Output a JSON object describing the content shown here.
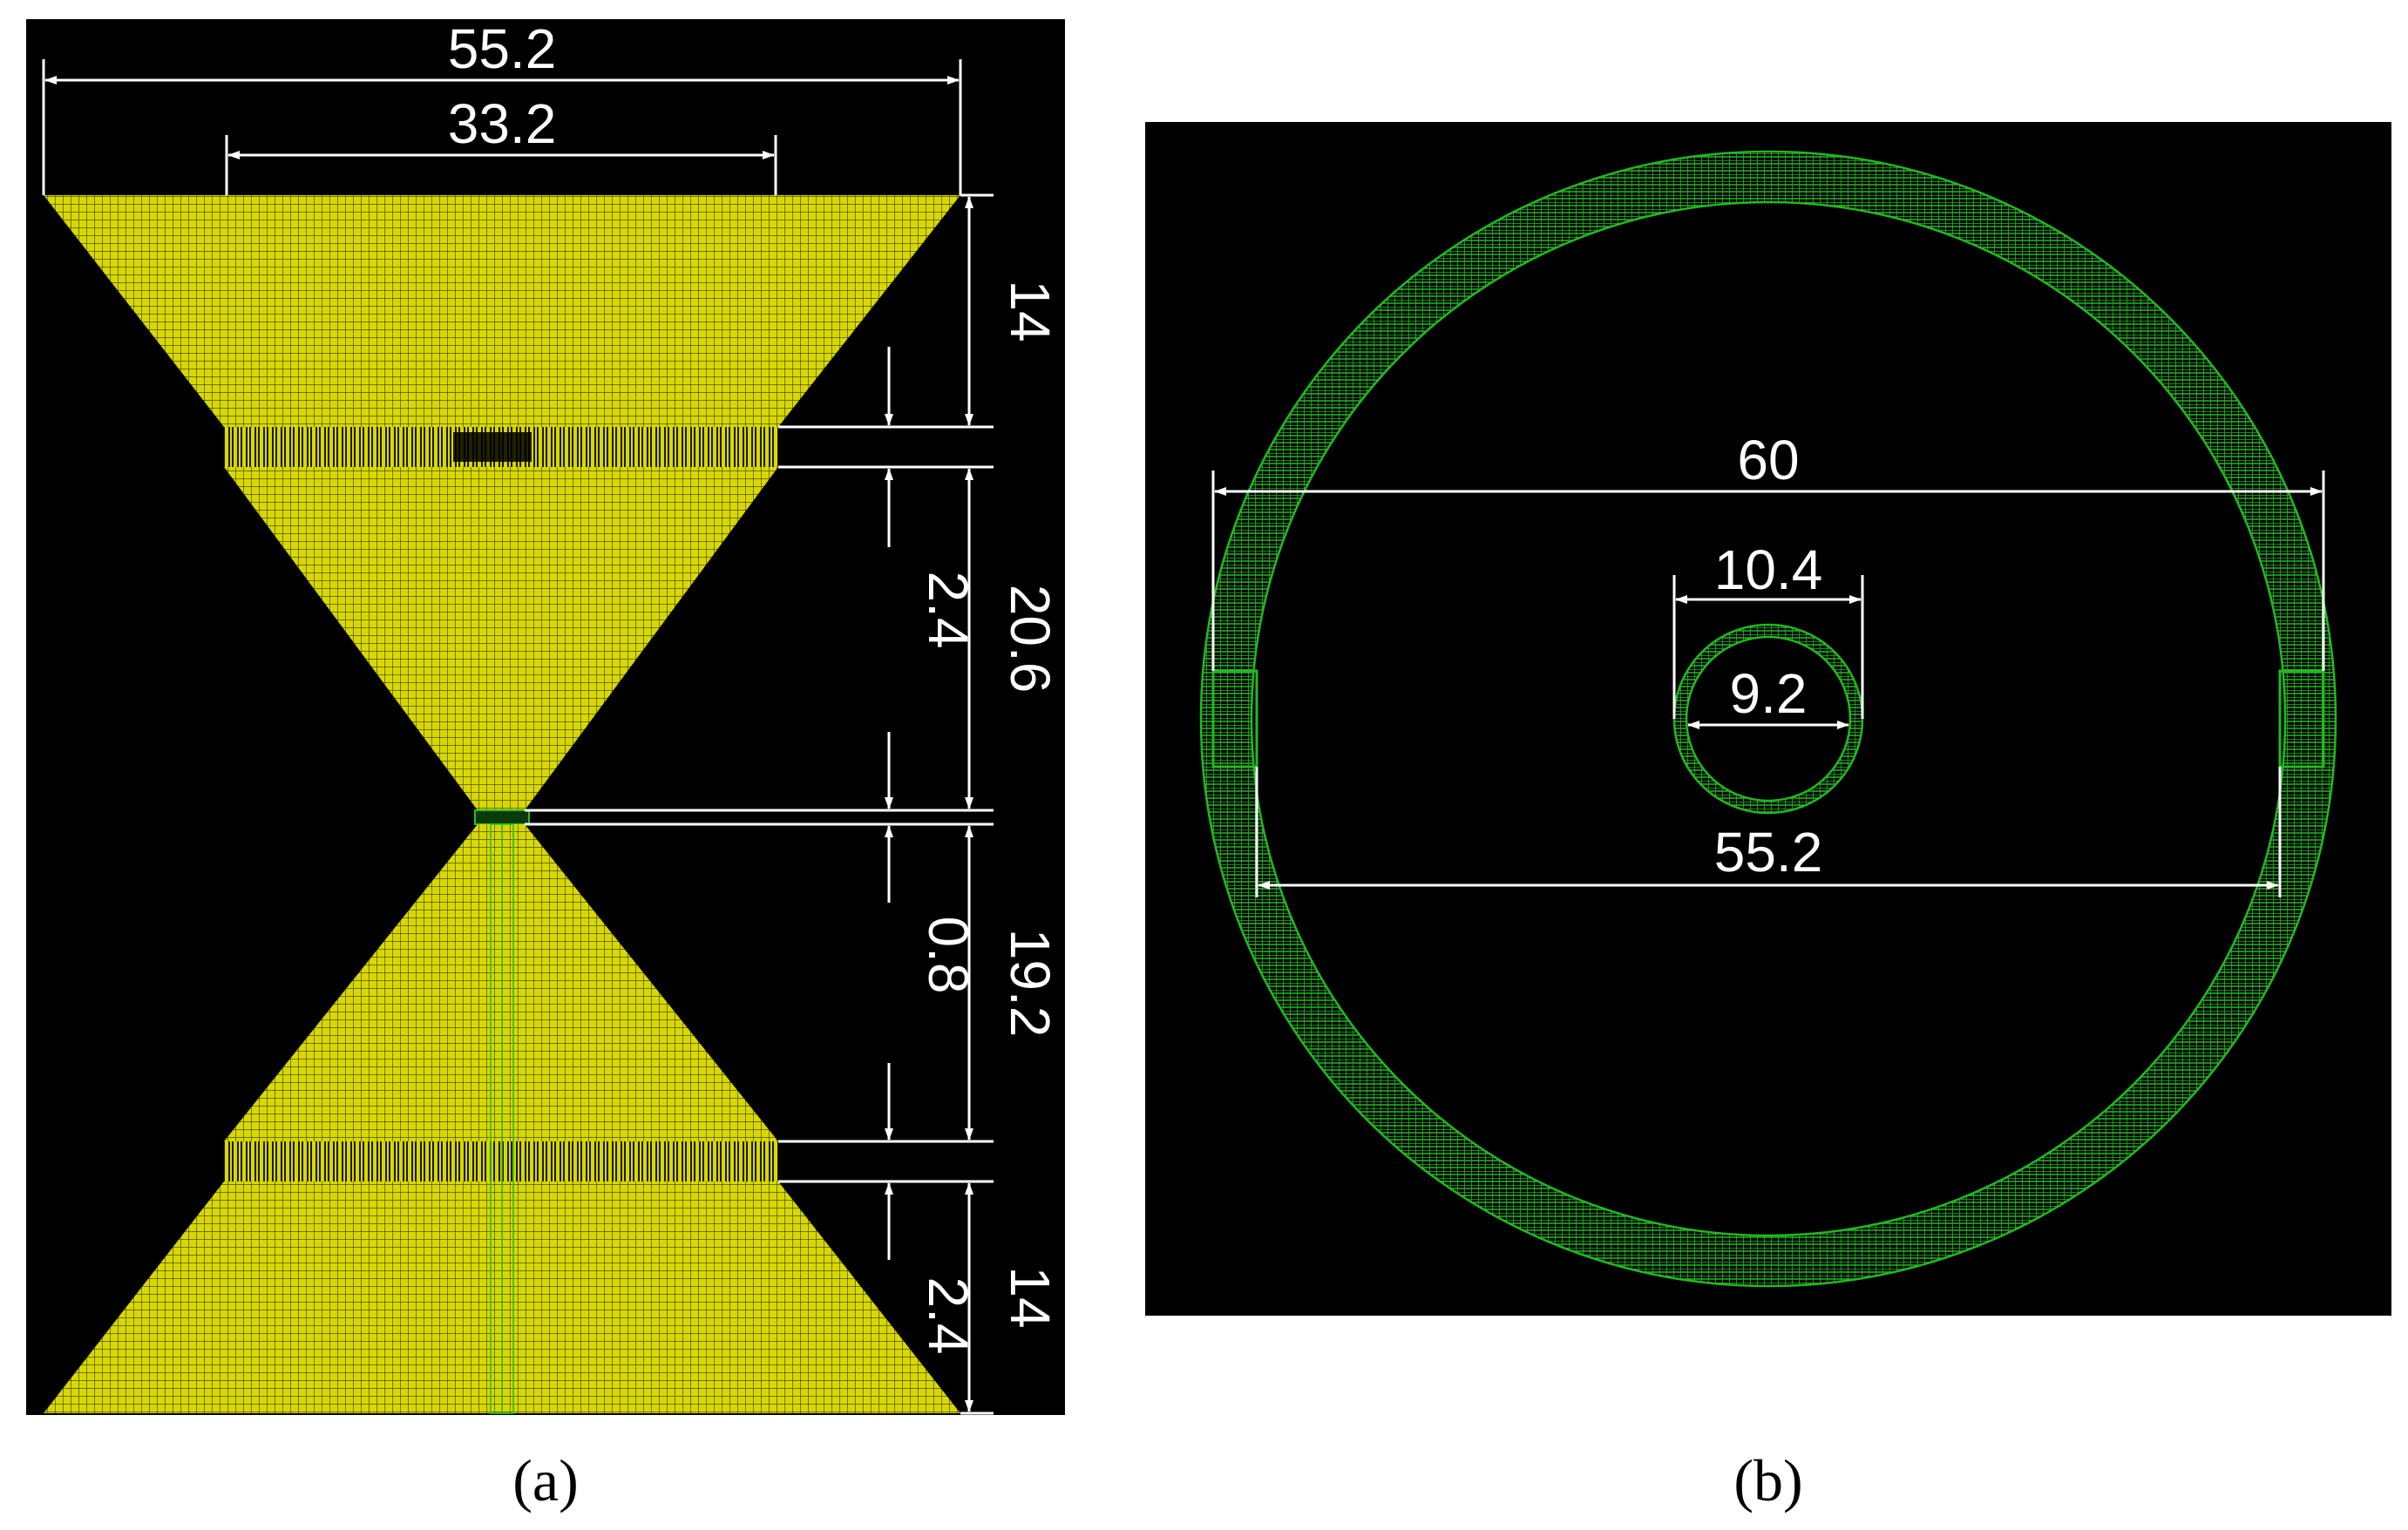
{
  "panel_a": {
    "caption": "(a)",
    "background": "#000000",
    "mesh_color": "#d8d800",
    "core_color": "#22c422",
    "dims": {
      "top_outer_width": "55.2",
      "top_inner_width": "33.2",
      "top_cone_height": "14",
      "upper_band_height": "2.4",
      "upper_cone_height": "20.6",
      "throat_height": "0.8",
      "lower_cone_height": "19.2",
      "lower_band_height": "2.4",
      "bottom_cone_height": "14"
    }
  },
  "panel_b": {
    "caption": "(b)",
    "background": "#000000",
    "ring_color": "#22b822",
    "dims": {
      "outer_diameter": "60",
      "outer_inner_diameter": "55.2",
      "inner_outer_diameter": "10.4",
      "inner_inner_diameter": "9.2"
    }
  }
}
